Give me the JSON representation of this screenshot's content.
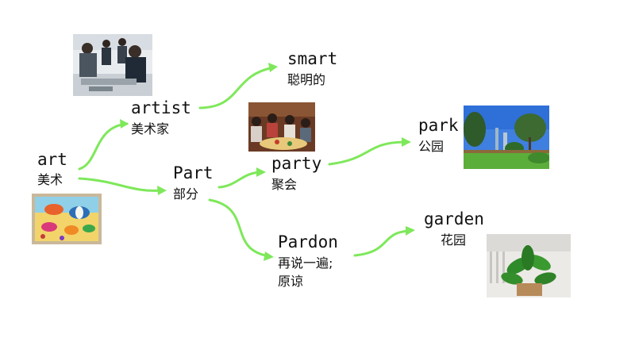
{
  "nodes": {
    "art": {
      "word": "art",
      "meaning": "美术"
    },
    "artist": {
      "word": "artist",
      "meaning": "美术家"
    },
    "smart": {
      "word": "smart",
      "meaning": "聪明的"
    },
    "part": {
      "word": "Part",
      "meaning": "部分"
    },
    "party": {
      "word": "party",
      "meaning": "聚会"
    },
    "park": {
      "word": "park",
      "meaning": "公园"
    },
    "pardon": {
      "word": "Pardon",
      "meaning_line1": "再说一遍;",
      "meaning_line2": "原谅"
    },
    "garden": {
      "word": "garden",
      "meaning": "花园"
    }
  },
  "edges": [
    [
      "art",
      "artist"
    ],
    [
      "art",
      "part"
    ],
    [
      "artist",
      "smart"
    ],
    [
      "part",
      "party"
    ],
    [
      "part",
      "pardon"
    ],
    [
      "party",
      "park"
    ],
    [
      "pardon",
      "garden"
    ]
  ],
  "images": {
    "artist": "painting-class-photo",
    "art": "fish-painting",
    "party": "dinner-party-photo",
    "park": "park-photo",
    "garden": "potted-plant-photo"
  },
  "colors": {
    "arrow": "#7ee85a"
  }
}
